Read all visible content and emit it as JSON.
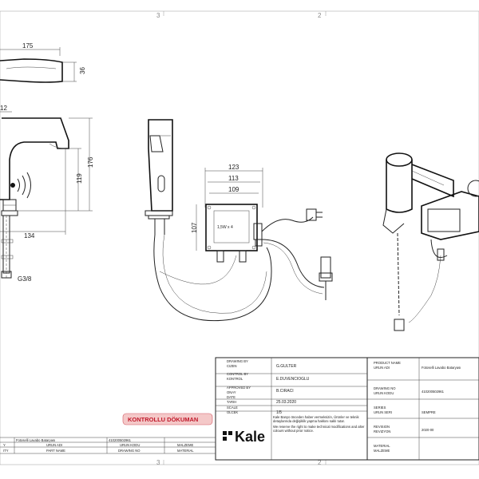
{
  "frame": {
    "top_numbers": [
      "3",
      "2"
    ],
    "bottom_numbers": [
      "3",
      "2"
    ]
  },
  "side_view": {
    "dim_width": "175",
    "dim_height_top": "36",
    "dim_spout": "12",
    "dim_total_height": "176",
    "dim_spout_height": "119",
    "dim_reach": "134",
    "thread_label": "G3/8"
  },
  "control_box": {
    "dim_a": "123",
    "dim_b": "113",
    "dim_c": "109",
    "dim_height": "107",
    "box_label": "1,5W x 4"
  },
  "stamp": {
    "label": "KONTROLLU DÖKUMAN"
  },
  "title_block": {
    "rows": [
      {
        "label_en": "DRAWING BY",
        "label_tr": "CIZEN",
        "value": "G.GULTER"
      },
      {
        "label_en": "CONTROL BY",
        "label_tr": "KONTROL",
        "value": "E.DUVENCIOGLU"
      },
      {
        "label_en": "APPROVED BY",
        "label_tr": "ONAY",
        "value": "B.CIRACI"
      },
      {
        "label_en": "DATE",
        "label_tr": "TARIH",
        "value": "25.03.2020"
      },
      {
        "label_en": "SCALE",
        "label_tr": "OLCEK",
        "value": "1/5"
      }
    ],
    "right_rows": [
      {
        "label_en": "PRODUCT NAME",
        "label_tr": "URUN ADI",
        "value": "Fotoselli Lavabo Bataryası"
      },
      {
        "label_en": "DRAWING NO",
        "label_tr": "URUN KODU",
        "value": "410200502961"
      },
      {
        "label_en": "SERIES",
        "label_tr": "URUN SERI",
        "value": "SEMPRE"
      },
      {
        "label_en": "REVISION",
        "label_tr": "REVIZYON",
        "value": "2020-00"
      },
      {
        "label_en": "MATERIAL",
        "label_tr": "MALZEME",
        "value": ""
      }
    ],
    "logo": "Kale",
    "note_tr": "Kale Banyo önceden haber vermeksizin, Ürünler ve teknik detaylarında değişiklik yapma hakkını saklı tutar.",
    "note_en": "We reserve the right to make technical modifications and alter colours without prior notice."
  },
  "parts_list": {
    "row_values": [
      "Fotoselli Lavabo Bataryası",
      "410200502961"
    ],
    "headers_tr": [
      "URUN ADI",
      "URUN KODU",
      "MALZEME"
    ],
    "headers_en": [
      "PART NAME",
      "DRAWING NO",
      "MATERIAL"
    ],
    "left_labels": [
      "Y",
      "ITY"
    ]
  }
}
